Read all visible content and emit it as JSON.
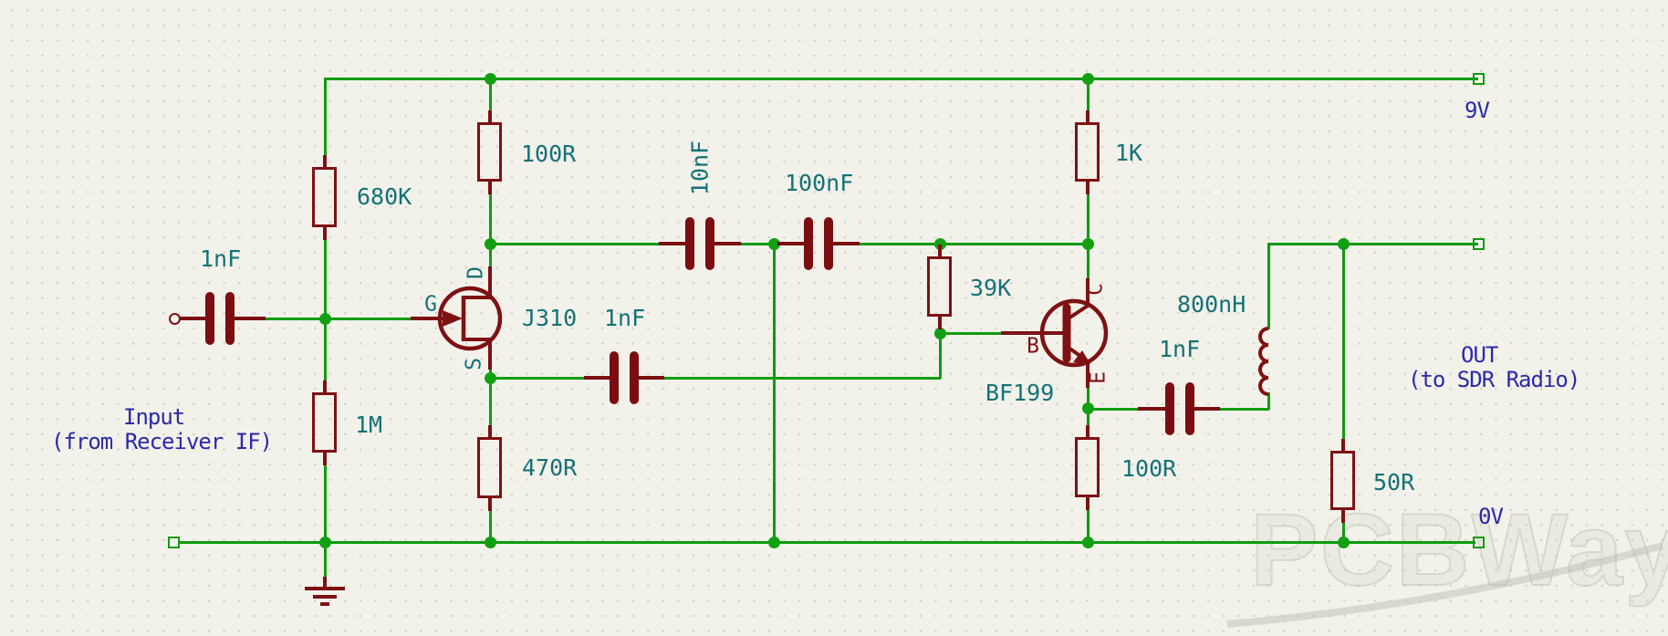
{
  "schematic": {
    "rails": {
      "v9": "9V",
      "v0": "0V"
    },
    "ports": {
      "input_title": "Input",
      "input_subtitle": "(from Receiver IF)",
      "out_title": "OUT",
      "out_subtitle": "(to SDR Radio)"
    },
    "components": {
      "r_680k": "680K",
      "r_100r_drain": "100R",
      "r_1k": "1K",
      "r_39k": "39K",
      "r_1m": "1M",
      "r_470r": "470R",
      "r_100r_emitter": "100R",
      "r_50r": "50R",
      "c_input": "1nF",
      "c_10nf": "10nF",
      "c_100nf": "100nF",
      "c_source": "1nF",
      "c_output": "1nF",
      "l_800nh": "800nH",
      "q1_part": "J310",
      "q1_pin_d": "D",
      "q1_pin_g": "G",
      "q1_pin_s": "S",
      "q2_part": "BF199",
      "q2_pin_c": "C",
      "q2_pin_b": "B",
      "q2_pin_e": "E"
    },
    "watermark": "PCBWay",
    "palette": {
      "wire_green": "#0f9b0f",
      "symbol_maroon": "#7e1113",
      "value_teal": "#147276",
      "net_blue": "#2a2aaa",
      "background": "#f2f1ea"
    }
  }
}
